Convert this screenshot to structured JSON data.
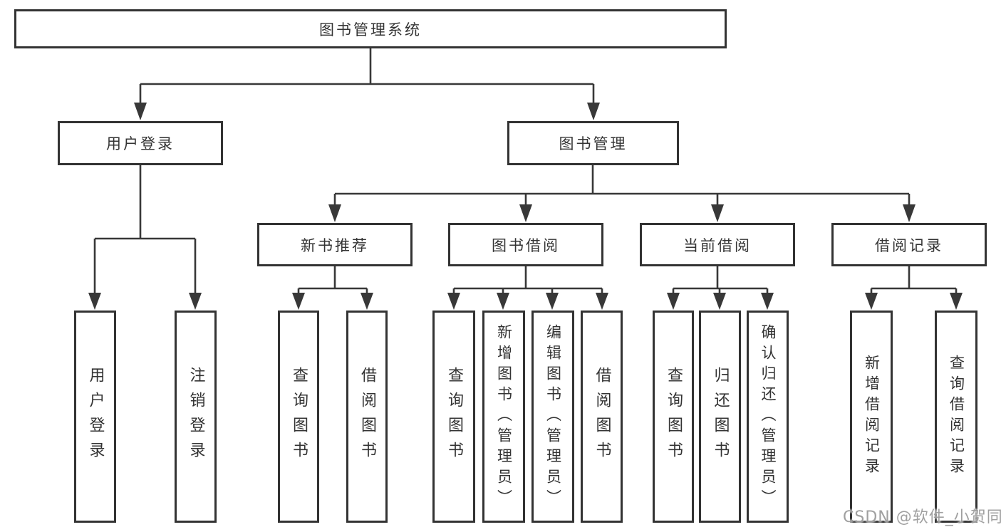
{
  "tree": {
    "root": "图书管理系统",
    "children": [
      {
        "label": "用户登录",
        "children": [
          "用户登录",
          "注销登录"
        ]
      },
      {
        "label": "图书管理",
        "children": [
          {
            "label": "新书推荐",
            "children": [
              "查询图书",
              "借阅图书"
            ]
          },
          {
            "label": "图书借阅",
            "children": [
              "查询图书",
              "新增图书（管理员）",
              "编辑图书（管理员）",
              "借阅图书"
            ]
          },
          {
            "label": "当前借阅",
            "children": [
              "查询图书",
              "归还图书",
              "确认归还（管理员）"
            ]
          },
          {
            "label": "借阅记录",
            "children": [
              "新增借阅记录",
              "查询借阅记录"
            ]
          }
        ]
      }
    ]
  },
  "watermark": "CSDN @软件_小贺同学",
  "colors": {
    "line": "#383838",
    "box_border": "#333333",
    "text": "#333333",
    "background": "#ffffff",
    "watermark": "#969696"
  }
}
